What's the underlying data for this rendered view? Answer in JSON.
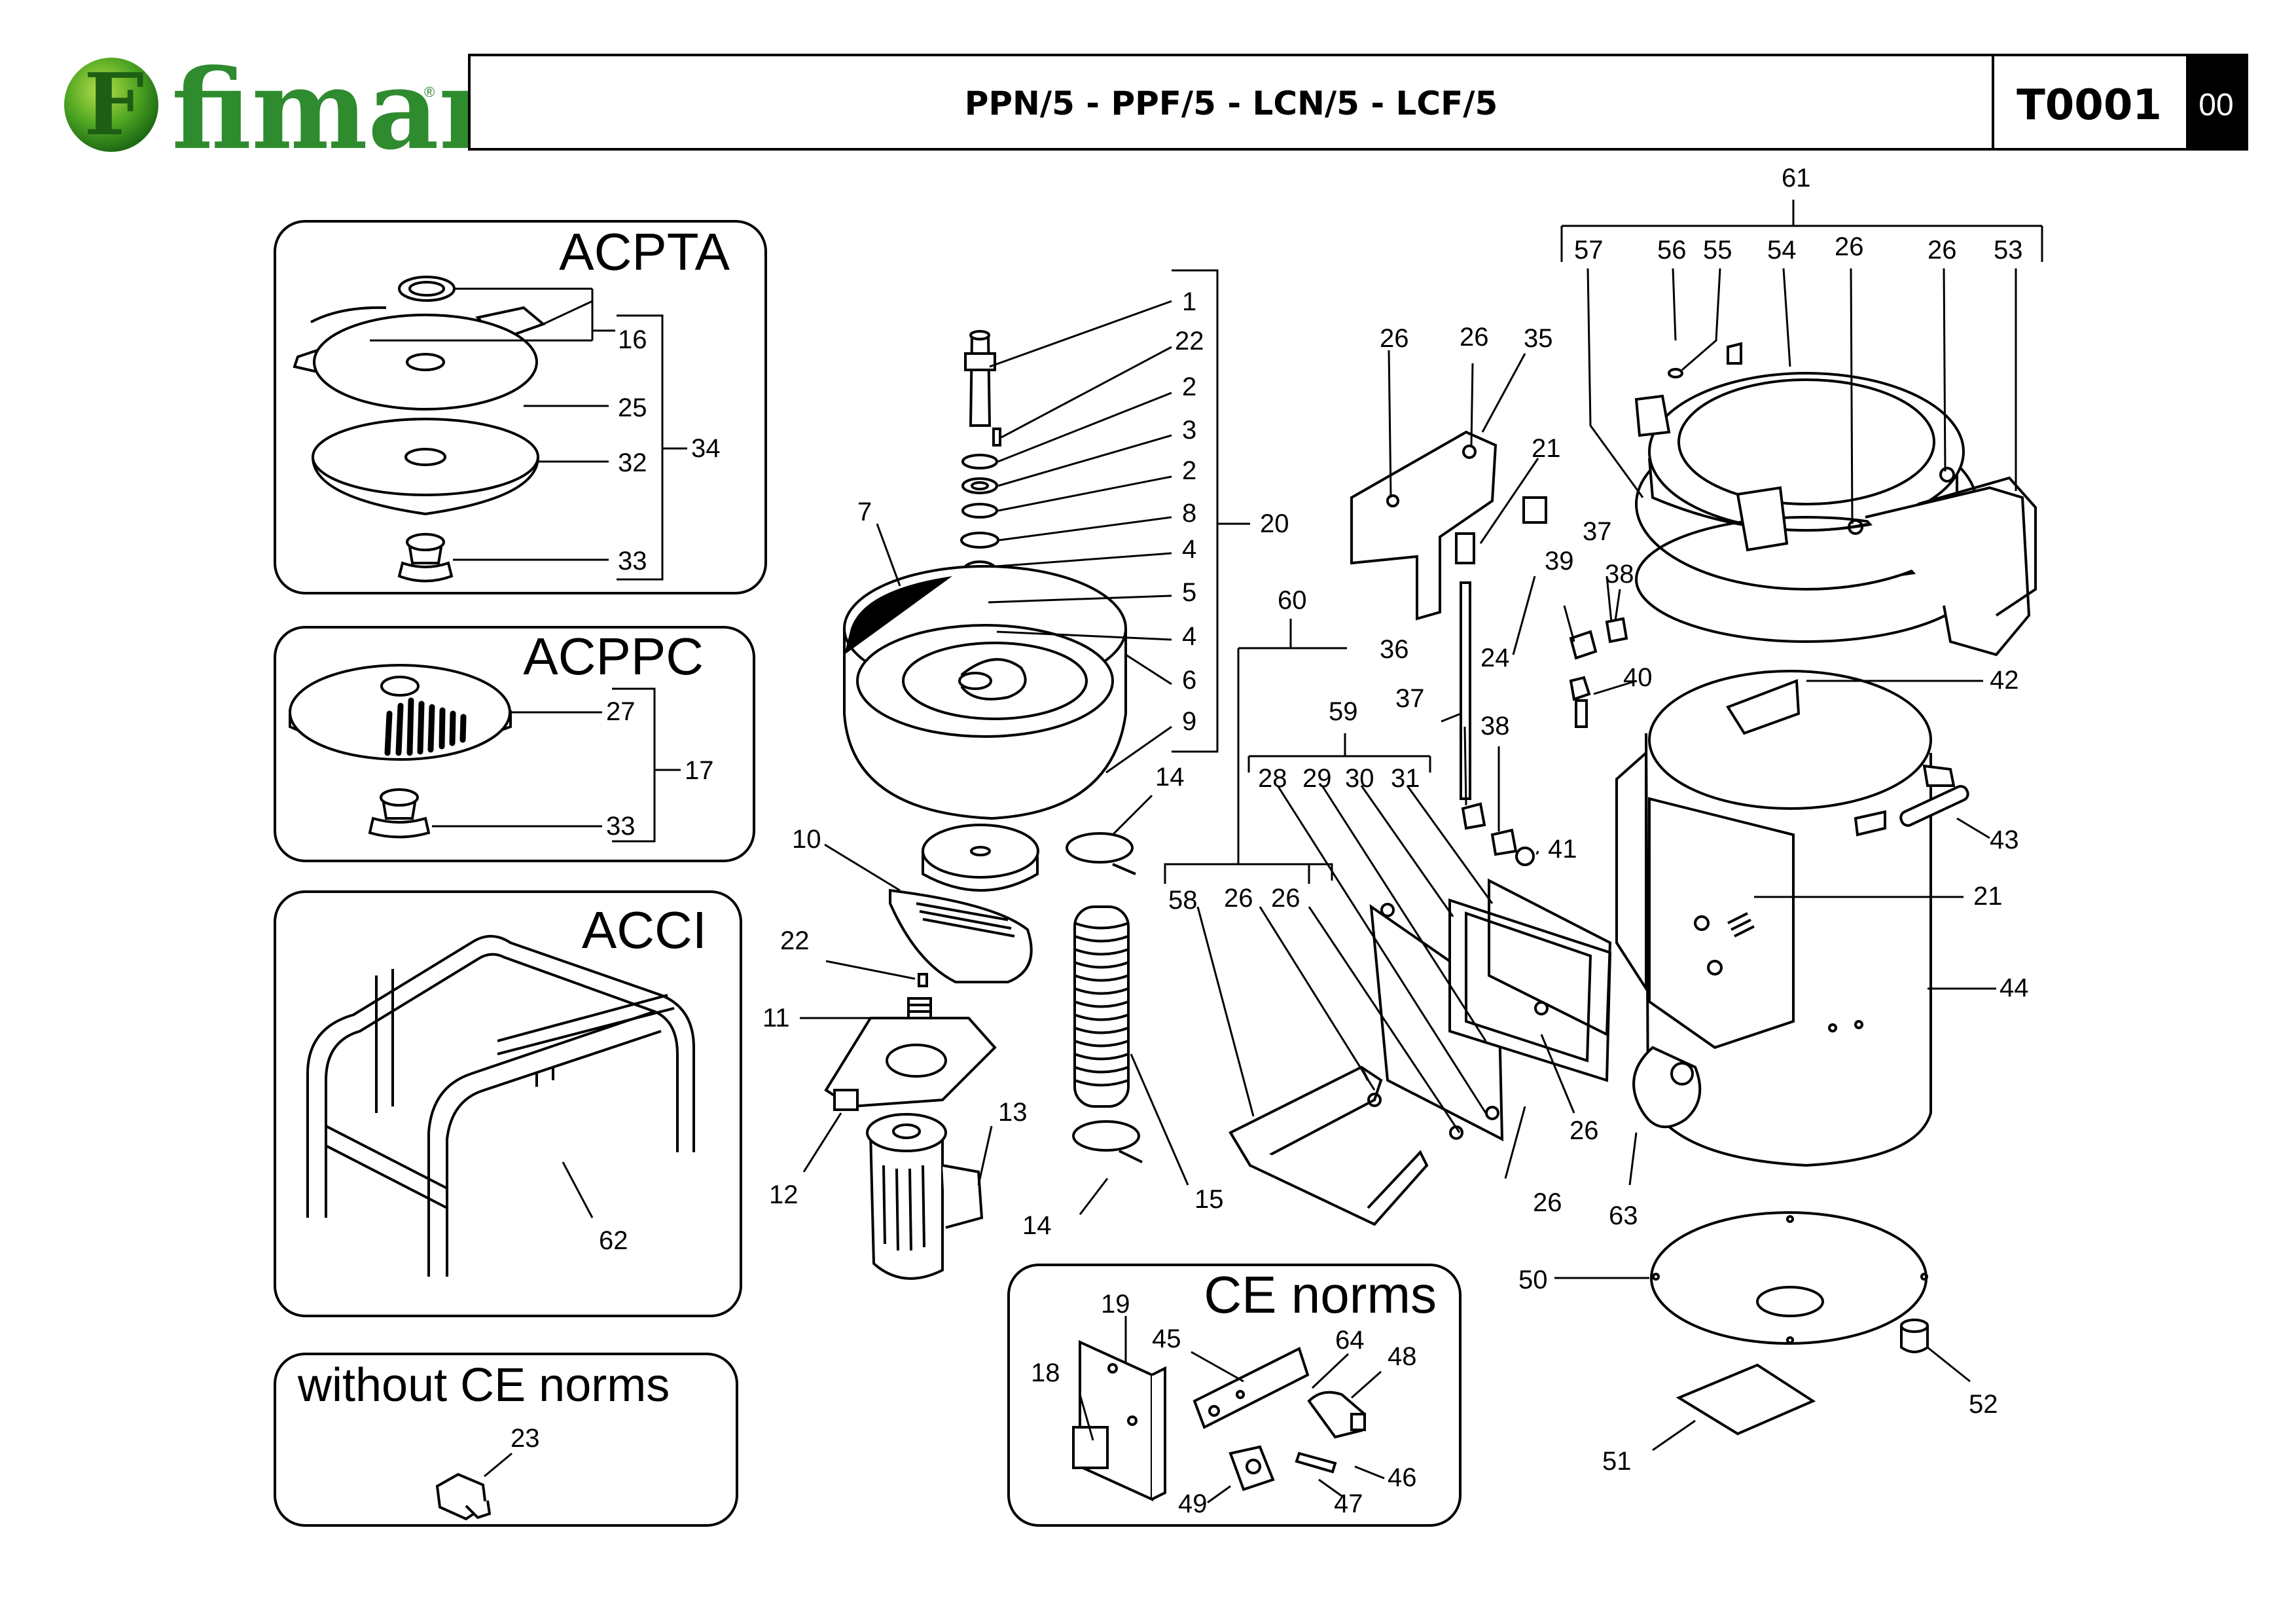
{
  "header": {
    "brand": "fimar",
    "registered_mark": "®",
    "models_title": "PPN/5 - PPF/5 - LCN/5 - LCF/5",
    "table_code": "T0001",
    "revision": "00",
    "brand_color": "#2e8b2e",
    "logo_icon": "green-sphere-f-logo"
  },
  "panels": {
    "acpta": {
      "title": "ACPTA",
      "labels": [
        "16",
        "25",
        "32",
        "34",
        "33"
      ]
    },
    "acppc": {
      "title": "ACPPC",
      "labels": [
        "27",
        "17",
        "33"
      ]
    },
    "acci": {
      "title": "ACCI",
      "labels": [
        "62"
      ]
    },
    "without_ce": {
      "title": "without CE norms",
      "labels": [
        "23"
      ]
    },
    "ce_norms": {
      "title": "CE norms",
      "labels": [
        "19",
        "45",
        "64",
        "48",
        "18",
        "46",
        "49",
        "47"
      ]
    }
  },
  "callouts": {
    "spindle_group": [
      "1",
      "22",
      "2",
      "3",
      "2",
      "8",
      "4",
      "5",
      "4",
      "6",
      "9",
      "20",
      "7"
    ],
    "drive_group": [
      "10",
      "14",
      "22",
      "11",
      "12",
      "13",
      "14",
      "15"
    ],
    "bracket_group": [
      "26",
      "26",
      "35",
      "21",
      "37",
      "39",
      "38",
      "36",
      "24",
      "40",
      "37",
      "38",
      "41"
    ],
    "cover_group": [
      "61",
      "57",
      "56",
      "55",
      "54",
      "26",
      "26",
      "53"
    ],
    "body_group": [
      "42",
      "43",
      "21",
      "44",
      "63"
    ],
    "door_group": [
      "60",
      "59",
      "28",
      "29",
      "30",
      "31",
      "58",
      "26",
      "26",
      "26",
      "26"
    ],
    "base_group": [
      "50",
      "52",
      "51"
    ]
  }
}
